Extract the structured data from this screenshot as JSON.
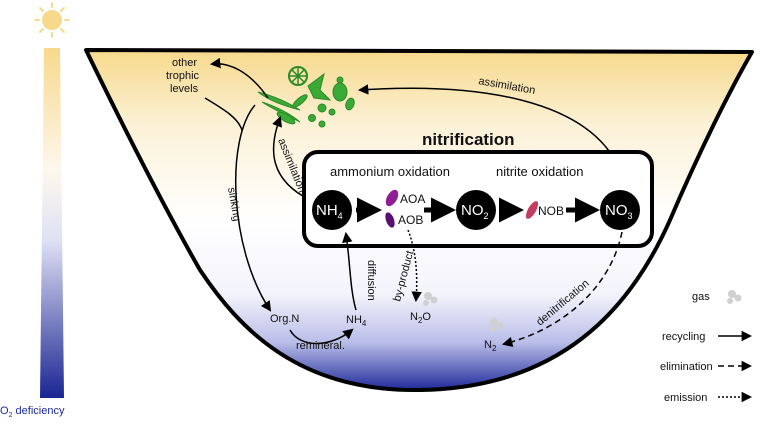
{
  "diagram": {
    "title": "nitrification",
    "stages": {
      "ammonium_oxidation": "ammonium oxidation",
      "nitrite_oxidation": "nitrite oxidation"
    },
    "nodes": {
      "nh4": {
        "main": "NH",
        "sub": "4"
      },
      "no2": {
        "main": "NO",
        "sub": "2"
      },
      "no3": {
        "main": "NO",
        "sub": "3"
      }
    },
    "organisms": {
      "aoa": "AOA",
      "aob": "AOB",
      "nob": "NOB"
    },
    "labels": {
      "other_trophic_line1": "other",
      "other_trophic_line2": "trophic",
      "other_trophic_line3": "levels",
      "assimilation_top": "assimilation",
      "assimilation_left": "assimilation",
      "sinking": "sinking",
      "diffusion": "diffusion",
      "by_product": "by-product",
      "denitrification": "denitrification",
      "remineral": "remineral.",
      "org_n": "Org.N",
      "nh4_bottom_main": "NH",
      "nh4_bottom_sub": "4",
      "n2o_main": "N",
      "n2o_sub": "2",
      "n2o_tail": "O",
      "n2_main": "N",
      "n2_sub": "2"
    },
    "legend": {
      "gas": "gas",
      "recycling": "recycling",
      "elimination": "elimination",
      "emission": "emission"
    },
    "axis": {
      "o2_sub": "2",
      "o2_prefix": "O",
      "o2_rest": " deficiency"
    },
    "colors": {
      "surface": "#f7dfa0",
      "deep": "#1f2a9a",
      "aoa": "#8e1e96",
      "aob": "#5a1070",
      "nob": "#c53c62",
      "phyto": "#3aaa35",
      "node": "#000000"
    }
  }
}
